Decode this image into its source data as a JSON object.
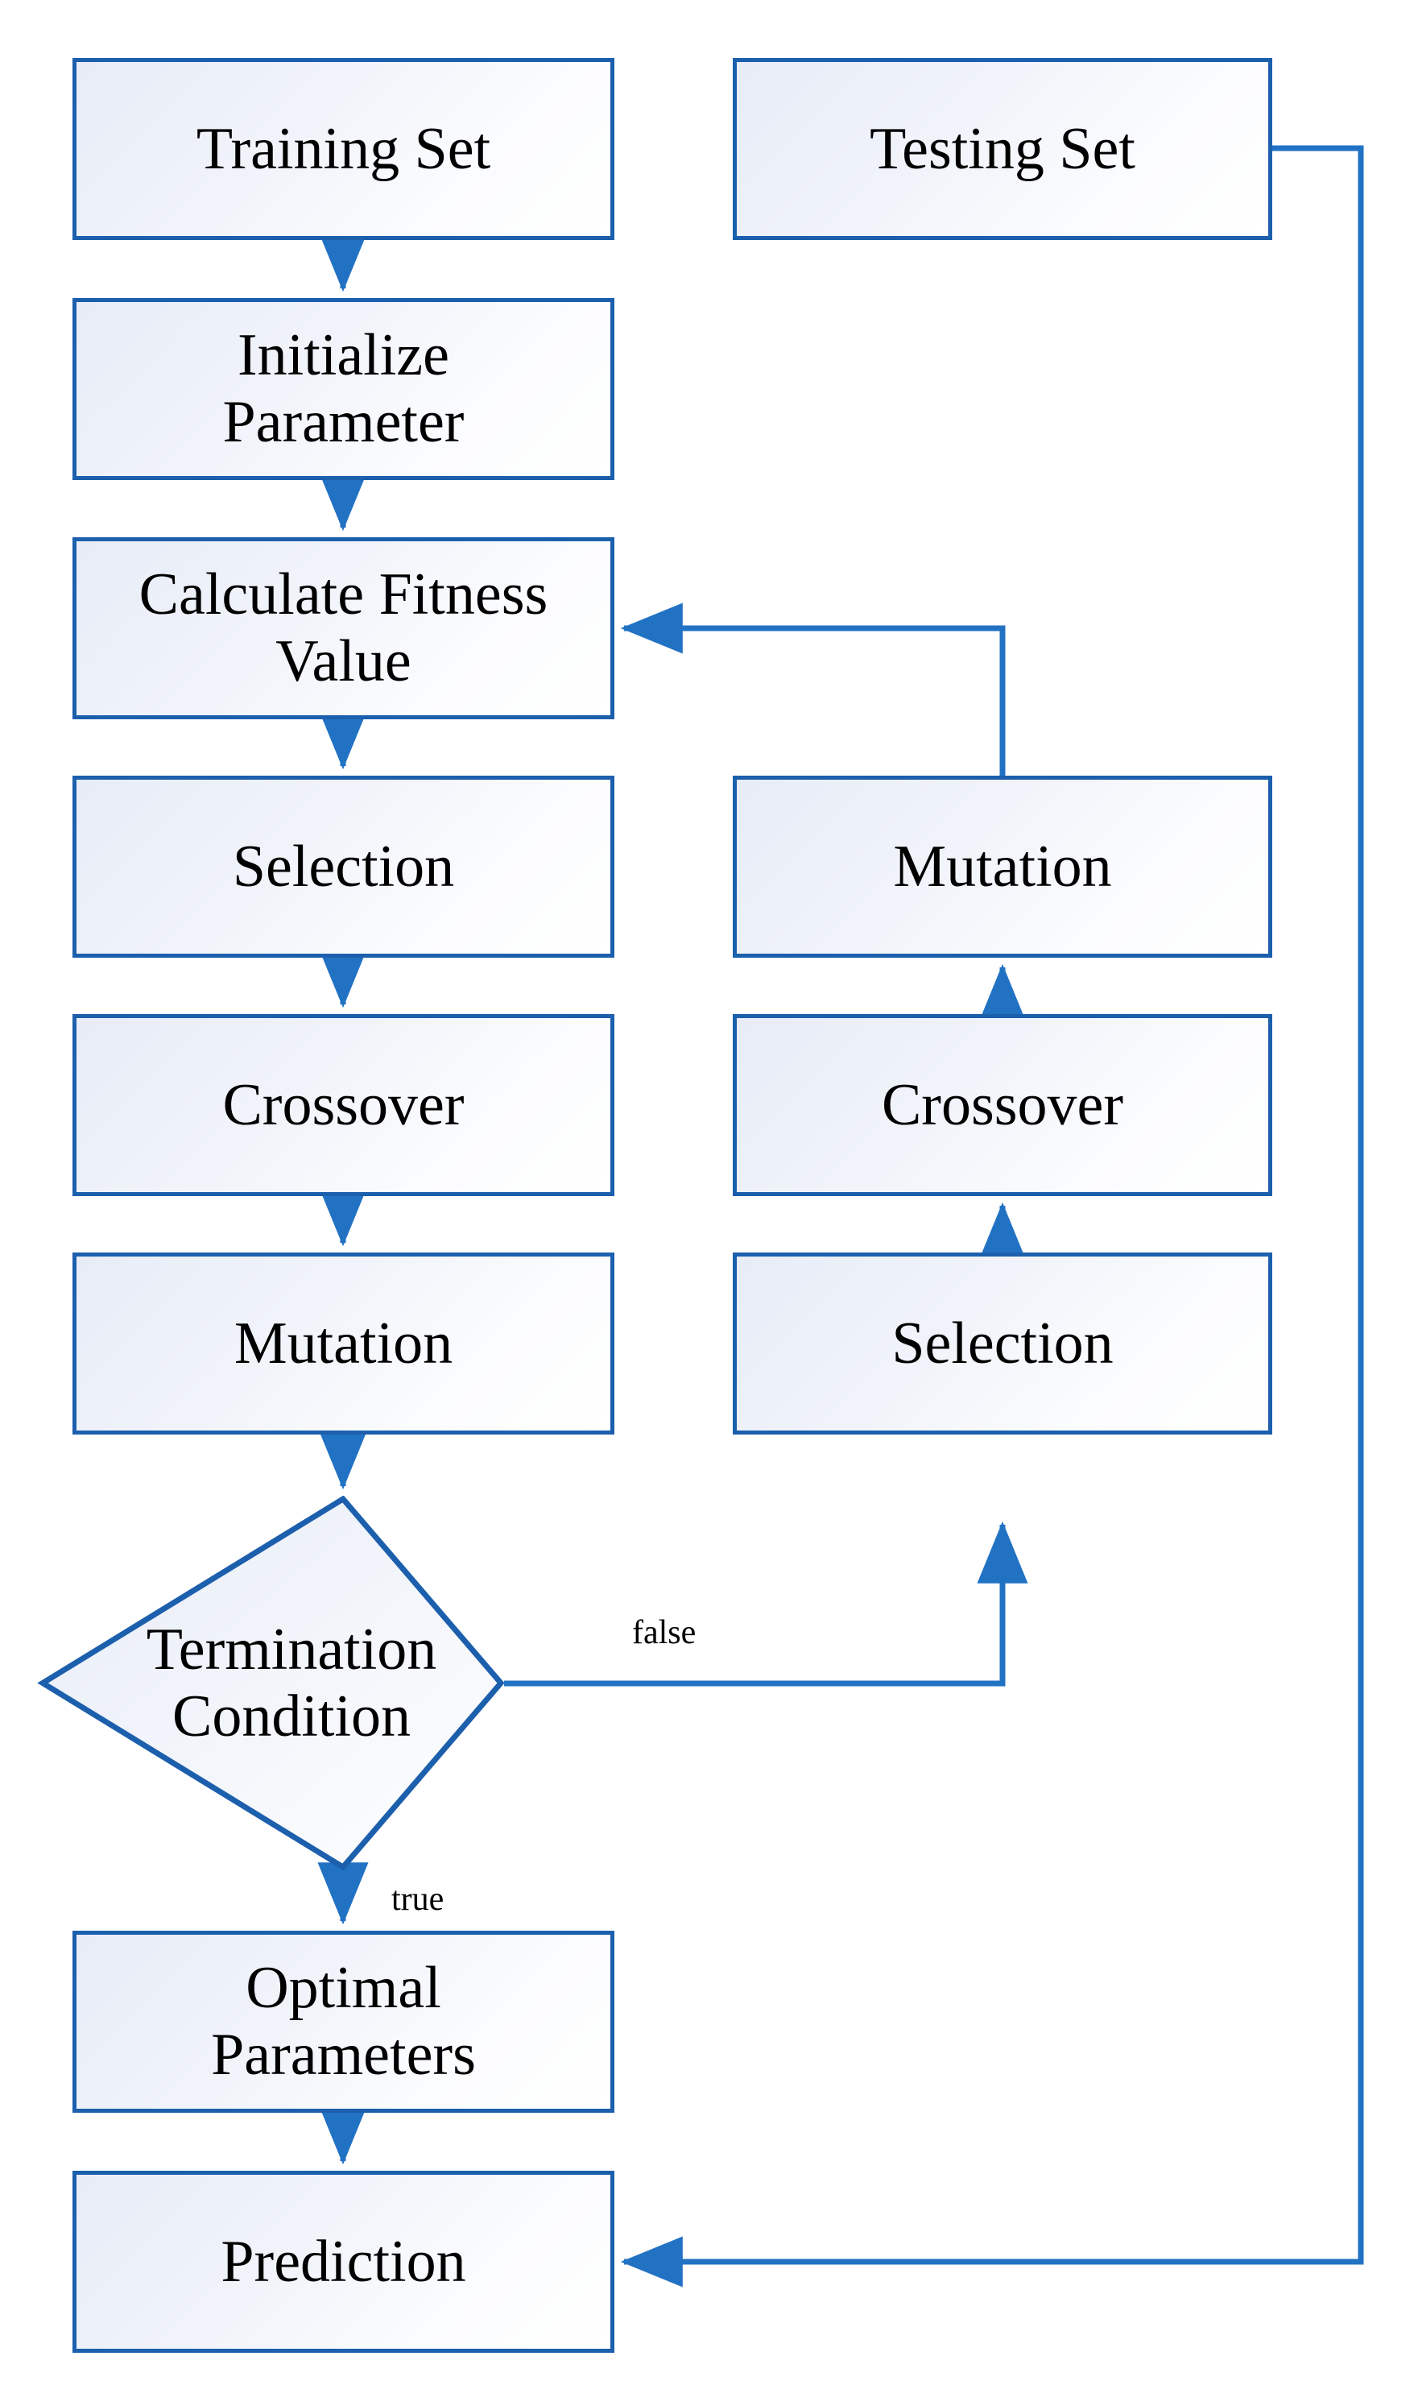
{
  "diagram": {
    "type": "flowchart",
    "title": "Genetic algorithm parameter optimization flowchart",
    "colors": {
      "node_border": "#1c5fad",
      "arrow": "#2272c4",
      "node_fill_start": "#e7ecf7",
      "node_fill_end": "#ffffff",
      "text": "#000000",
      "background": "#ffffff"
    },
    "nodes": [
      {
        "id": "training_set",
        "label": "Training Set",
        "shape": "rectangle",
        "column": "left"
      },
      {
        "id": "testing_set",
        "label": "Testing Set",
        "shape": "rectangle",
        "column": "right"
      },
      {
        "id": "initialize_parameter",
        "label": "Initialize\nParameter",
        "shape": "rectangle",
        "column": "left"
      },
      {
        "id": "calculate_fitness",
        "label": "Calculate Fitness\nValue",
        "shape": "rectangle",
        "column": "left"
      },
      {
        "id": "selection_left",
        "label": "Selection",
        "shape": "rectangle",
        "column": "left"
      },
      {
        "id": "crossover_left",
        "label": "Crossover",
        "shape": "rectangle",
        "column": "left"
      },
      {
        "id": "mutation_left",
        "label": "Mutation",
        "shape": "rectangle",
        "column": "left"
      },
      {
        "id": "mutation_right",
        "label": "Mutation",
        "shape": "rectangle",
        "column": "right"
      },
      {
        "id": "crossover_right",
        "label": "Crossover",
        "shape": "rectangle",
        "column": "right"
      },
      {
        "id": "selection_right",
        "label": "Selection",
        "shape": "rectangle",
        "column": "right"
      },
      {
        "id": "termination_condition",
        "label": "Termination\nCondition",
        "shape": "diamond",
        "column": "left"
      },
      {
        "id": "optimal_parameters",
        "label": "Optimal\nParameters",
        "shape": "rectangle",
        "column": "left"
      },
      {
        "id": "prediction",
        "label": "Prediction",
        "shape": "rectangle",
        "column": "left"
      }
    ],
    "edges": [
      {
        "from": "training_set",
        "to": "initialize_parameter",
        "label": ""
      },
      {
        "from": "initialize_parameter",
        "to": "calculate_fitness",
        "label": ""
      },
      {
        "from": "calculate_fitness",
        "to": "selection_left",
        "label": ""
      },
      {
        "from": "selection_left",
        "to": "crossover_left",
        "label": ""
      },
      {
        "from": "crossover_left",
        "to": "mutation_left",
        "label": ""
      },
      {
        "from": "mutation_left",
        "to": "termination_condition",
        "label": ""
      },
      {
        "from": "termination_condition",
        "to": "selection_right",
        "label": "false"
      },
      {
        "from": "selection_right",
        "to": "crossover_right",
        "label": ""
      },
      {
        "from": "crossover_right",
        "to": "mutation_right",
        "label": ""
      },
      {
        "from": "mutation_right",
        "to": "calculate_fitness",
        "label": ""
      },
      {
        "from": "termination_condition",
        "to": "optimal_parameters",
        "label": "true"
      },
      {
        "from": "optimal_parameters",
        "to": "prediction",
        "label": ""
      },
      {
        "from": "testing_set",
        "to": "prediction",
        "label": ""
      }
    ],
    "edge_labels": {
      "false": "false",
      "true": "true"
    }
  }
}
